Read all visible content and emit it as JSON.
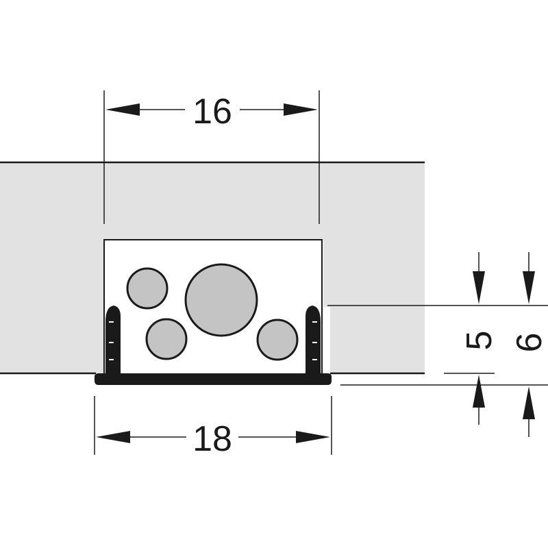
{
  "dimensions": {
    "top_width": "16",
    "bottom_width": "18",
    "inner_depth": "5",
    "outer_depth": "6"
  },
  "colors": {
    "board": "#e2e2e2",
    "cable": "#c4c4c4",
    "line": "#1a1a1a"
  }
}
